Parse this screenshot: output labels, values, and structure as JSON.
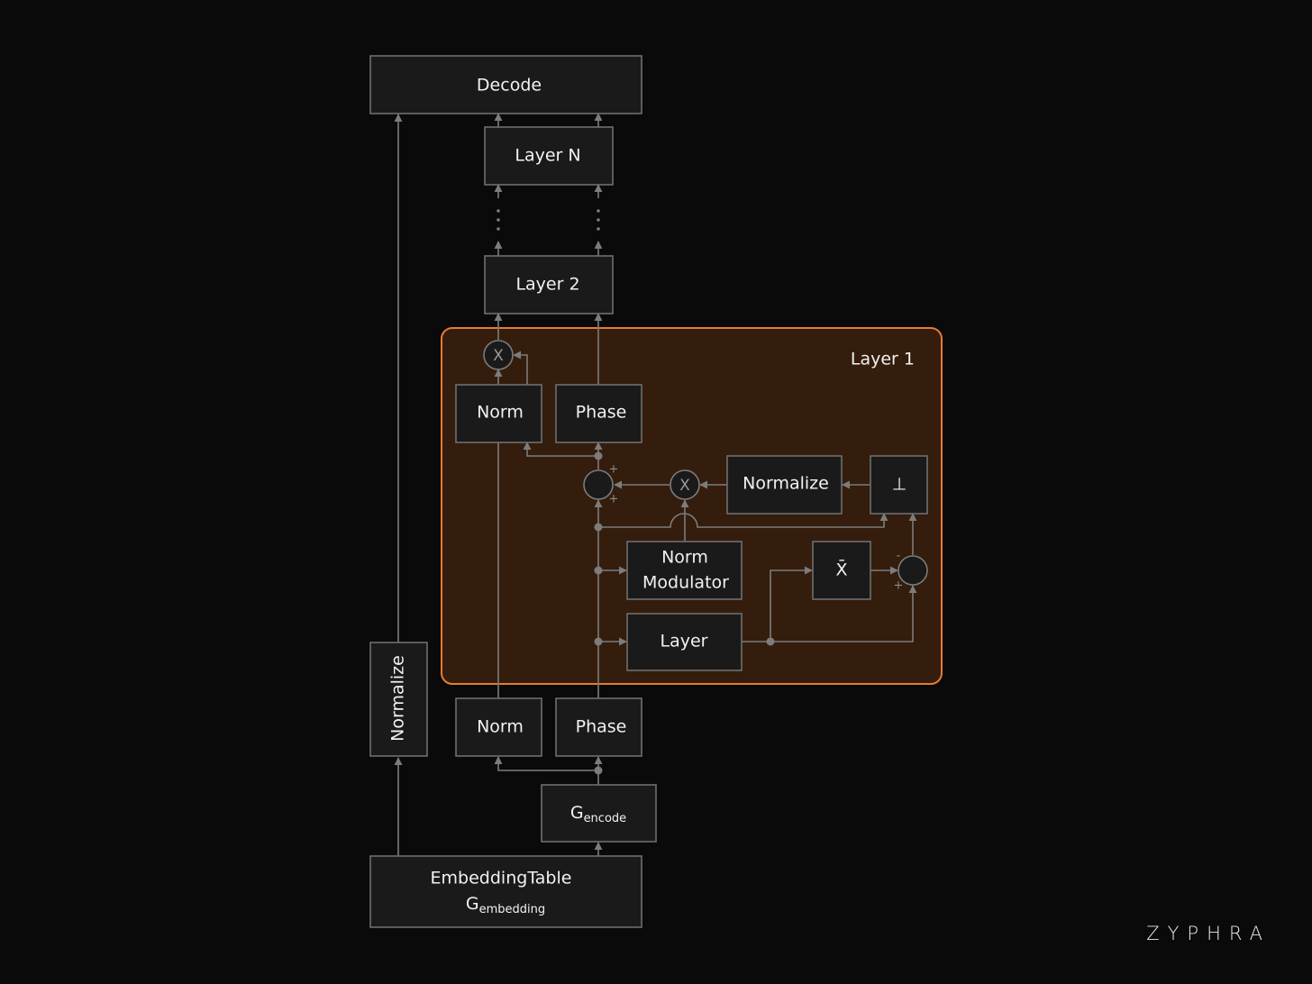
{
  "diagram": {
    "decode": "Decode",
    "layer_n": "Layer N",
    "layer_2": "Layer 2",
    "group_label": "Layer 1",
    "norm_top": "Norm",
    "phase_top": "Phase",
    "normalize_inner": "Normalize",
    "perp": "⊥",
    "norm_modulator_line1": "Norm",
    "norm_modulator_line2": "Modulator",
    "xbar": "X̄",
    "layer_inner": "Layer",
    "normalize_side": "Normalize",
    "norm_bottom": "Norm",
    "phase_bottom": "Phase",
    "gencode_main": "G",
    "gencode_sub": "encode",
    "embedding_line1": "EmbeddingTable",
    "embedding_main": "G",
    "embedding_sub": "embedding",
    "mul_symbol": "X",
    "plus": "+",
    "minus": "-"
  },
  "brand": "ZYPHRA",
  "colors": {
    "background": "#0a0a0a",
    "box_fill": "#1a1a1a",
    "box_stroke": "#6e6e6e",
    "group_fill": "#341d0c",
    "group_stroke": "#e57b33",
    "wire": "#7c7c7c",
    "text": "#f2f2f2"
  }
}
